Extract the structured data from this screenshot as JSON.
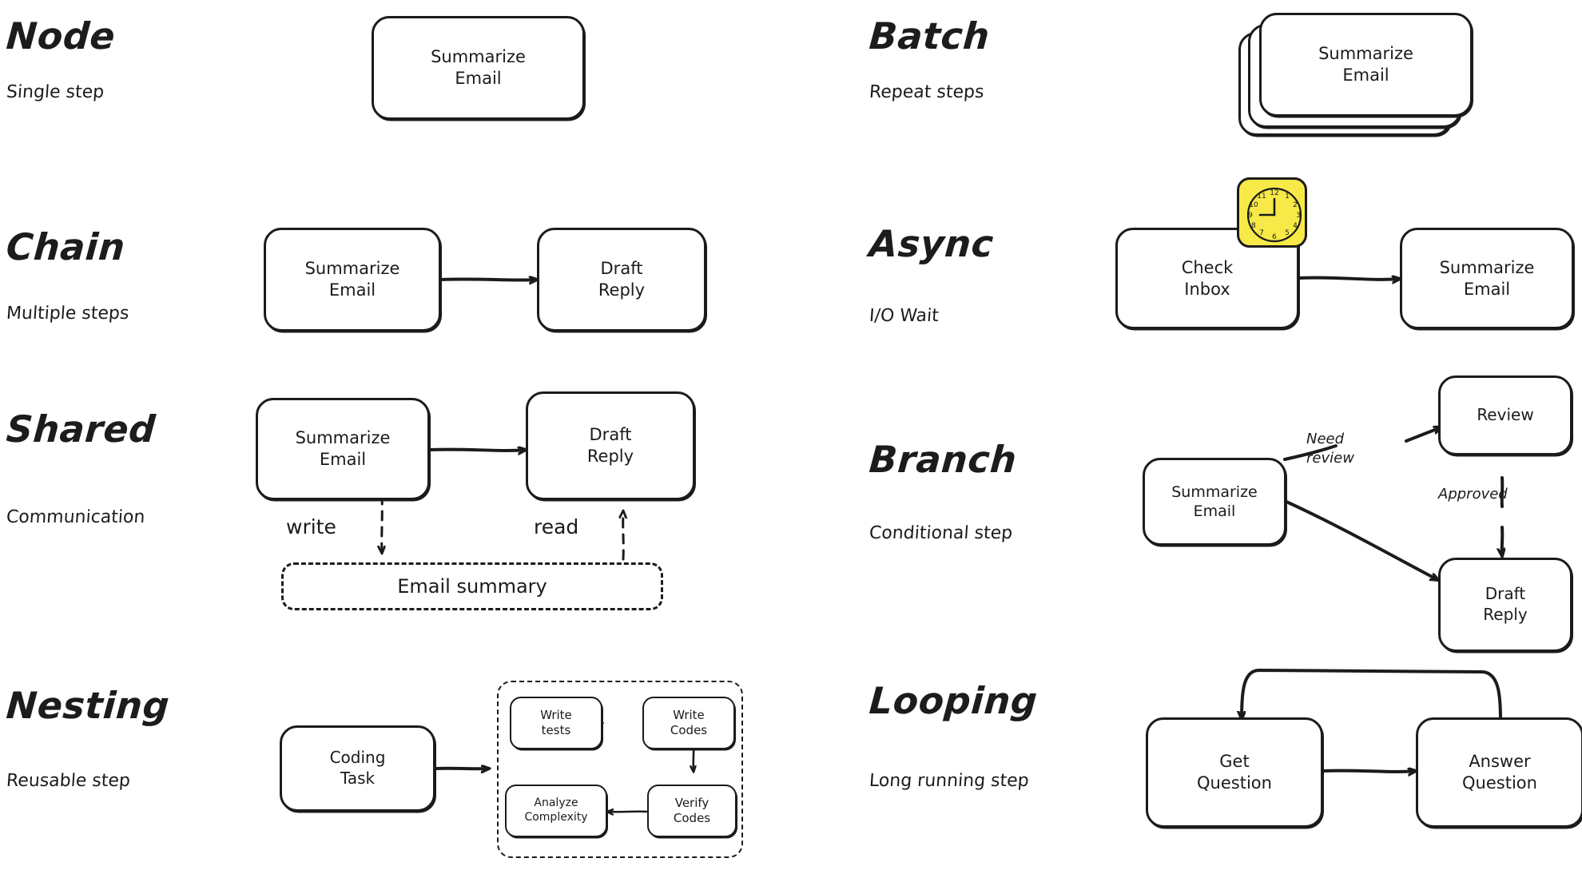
{
  "theme": {
    "ink": "#1b1b1b",
    "paper": "#ffffff",
    "accent_yellow": "#f7ea48"
  },
  "patterns": [
    {
      "id": "node",
      "title": "Node",
      "subtitle": "Single step",
      "nodes": [
        {
          "label": "Summarize\nEmail"
        }
      ]
    },
    {
      "id": "batch",
      "title": "Batch",
      "subtitle": "Repeat steps",
      "nodes": [
        {
          "label": "Summarize\nEmail"
        }
      ],
      "stack_count": 3
    },
    {
      "id": "chain",
      "title": "Chain",
      "subtitle": "Multiple steps",
      "nodes": [
        {
          "label": "Summarize\nEmail"
        },
        {
          "label": "Draft\nReply"
        }
      ]
    },
    {
      "id": "async",
      "title": "Async",
      "subtitle": "I/O Wait",
      "nodes": [
        {
          "label": "Check\nInbox"
        },
        {
          "label": "Summarize\nEmail"
        }
      ],
      "badge": "clock-icon"
    },
    {
      "id": "shared",
      "title": "Shared",
      "subtitle": "Communication",
      "nodes": [
        {
          "label": "Summarize\nEmail"
        },
        {
          "label": "Draft\nReply"
        }
      ],
      "store": "Email summary",
      "edge_labels": {
        "write": "write",
        "read": "read"
      }
    },
    {
      "id": "branch",
      "title": "Branch",
      "subtitle": "Conditional step",
      "nodes": [
        {
          "label": "Summarize\nEmail"
        },
        {
          "label": "Review"
        },
        {
          "label": "Draft\nReply"
        }
      ],
      "edge_labels": {
        "need_review": "Need\nreview",
        "approved": "Approved"
      }
    },
    {
      "id": "nesting",
      "title": "Nesting",
      "subtitle": "Reusable step",
      "nodes": [
        {
          "label": "Coding\nTask"
        }
      ],
      "sub_nodes": [
        {
          "label": "Write\ntests"
        },
        {
          "label": "Write\nCodes"
        },
        {
          "label": "Verify\nCodes"
        },
        {
          "label": "Analyze\nComplexity"
        }
      ]
    },
    {
      "id": "looping",
      "title": "Looping",
      "subtitle": "Long running step",
      "nodes": [
        {
          "label": "Get\nQuestion"
        },
        {
          "label": "Answer\nQuestion"
        }
      ]
    }
  ],
  "clock": {
    "name": "clock-icon",
    "hour_numerals": [
      "12",
      "1",
      "2",
      "3",
      "4",
      "5",
      "6",
      "7",
      "8",
      "9",
      "10",
      "11"
    ],
    "hands": {
      "hour": "9",
      "minute": "12"
    }
  }
}
